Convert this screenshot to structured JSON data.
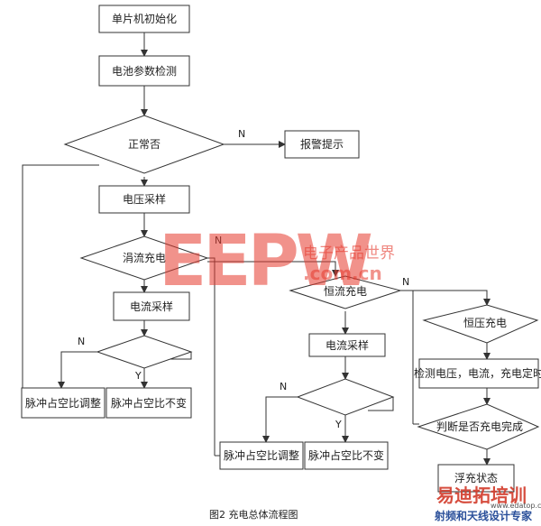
{
  "nodes": {
    "init": "单片机初始化",
    "detect": "电池参数检测",
    "check1": "正常否",
    "alarm": "报警提示",
    "v_sample": "电压采样",
    "check2": "涓流充电",
    "i_sample1": "电流采样",
    "pwm_adj1": "脉冲占空比调整",
    "pwm_keep1": "脉冲占空比不变",
    "check3": "恒流充电",
    "i_sample2": "电流采样",
    "pwm_adj2": "脉冲占空比调整",
    "pwm_keep2": "脉冲占空比不变",
    "check4": "恒压充电",
    "cv_box": "检测电压，电流，充电定时",
    "check5": "判断是否充电完成",
    "float": "浮充状态"
  },
  "edges": {
    "n": "N",
    "y": "Y"
  },
  "watermark": {
    "logo": "EEPW",
    "cn": "电子产品世界",
    "url": ".com.cn",
    "corner_cn": "易迪拓培训",
    "corner_sub": "射频和天线设计专家",
    "corner_url": "www.edatop.com"
  },
  "caption": "图2  充电总体流程图",
  "colors": {
    "line": "#333333",
    "watermark": "#e63a2e"
  }
}
